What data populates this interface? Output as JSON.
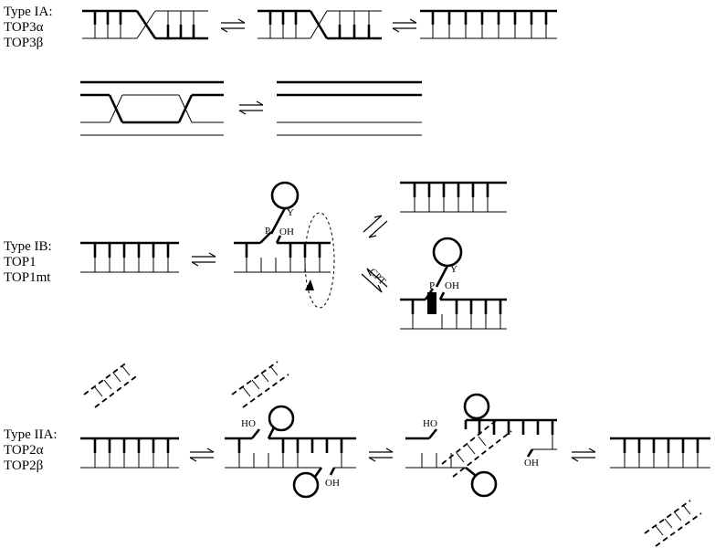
{
  "type_ia": {
    "heading": "Type IA:",
    "enzyme_1": "TOP3α",
    "enzyme_2": "TOP3β"
  },
  "type_ib": {
    "heading": "Type IB:",
    "enzyme_1": "TOP1",
    "enzyme_2": "TOP1mt"
  },
  "type_iia": {
    "heading": "Type IIA:",
    "enzyme_1": "TOP2α",
    "enzyme_2": "TOP2β"
  },
  "annotations": {
    "tyrosine": "Y",
    "phosphate": "P",
    "hydroxyl_oh": "OH",
    "hydroxyl_ho": "HO",
    "camptothecin": "CPT"
  }
}
